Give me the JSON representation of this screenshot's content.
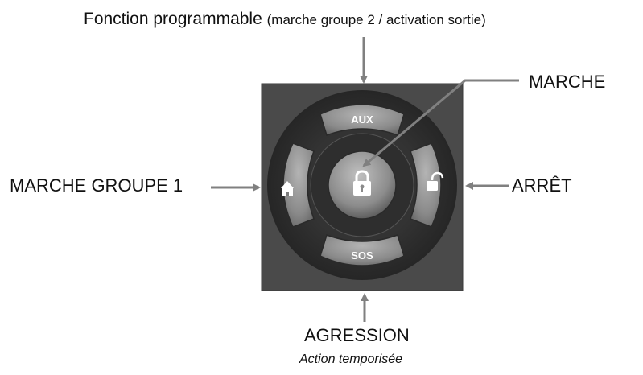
{
  "labels": {
    "top_main": "Fonction programmable",
    "top_detail": "(marche groupe 2 / activation sortie)",
    "marche": "MARCHE",
    "marche_groupe_1": "MARCHE GROUPE 1",
    "arret": "ARRÊT",
    "agression": "AGRESSION",
    "agression_note": "Action temporisée"
  },
  "buttons": {
    "aux": "AUX",
    "sos": "SOS"
  },
  "colors": {
    "panel": "#4a4a4a",
    "button": "#8a8a8a",
    "arrow": "#808080",
    "text": "#111111"
  }
}
